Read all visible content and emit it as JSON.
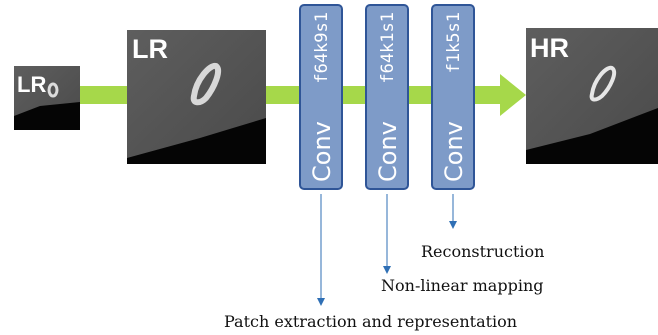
{
  "images": {
    "lr_small_label": "LR",
    "lr_label": "LR",
    "hr_label": "HR"
  },
  "layers": [
    {
      "op": "Conv",
      "spec": "f64k9s1",
      "caption": "Patch extraction and representation"
    },
    {
      "op": "Conv",
      "spec": "f64k1s1",
      "caption": "Non-linear mapping"
    },
    {
      "op": "Conv",
      "spec": "f1k5s1",
      "caption": "Reconstruction"
    }
  ],
  "colors": {
    "arrow": "#A6D84A",
    "box_fill": "#7E9BC8",
    "box_stroke": "#2F5597",
    "pointer": "#2F6FB5"
  }
}
